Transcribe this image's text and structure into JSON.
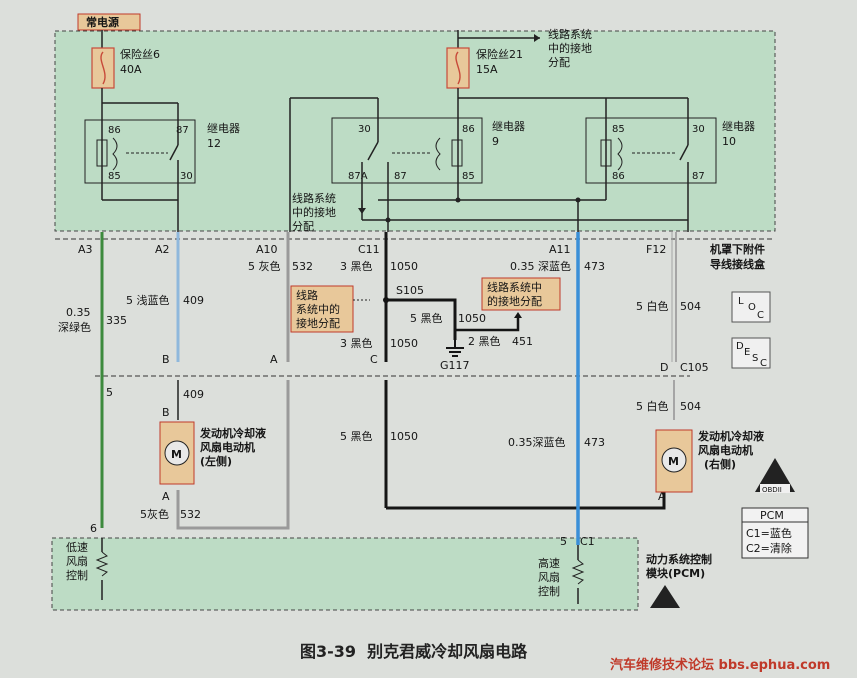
{
  "power_source": "常电源",
  "fuse6": {
    "name": "保险丝6",
    "rating": "40A"
  },
  "fuse21": {
    "name": "保险丝21",
    "rating": "15A"
  },
  "ground_distribution_top": [
    "线路系统",
    "中的接地",
    "分配"
  ],
  "relay12": {
    "name": "继电器",
    "number": "12",
    "pins": [
      "86",
      "87",
      "85",
      "30"
    ]
  },
  "relay9": {
    "name": "继电器",
    "number": "9",
    "pins": [
      "30",
      "86",
      "87A",
      "87",
      "85"
    ]
  },
  "relay10": {
    "name": "继电器",
    "number": "10",
    "pins": [
      "85",
      "30",
      "86",
      "87"
    ]
  },
  "ground_distribution_mid": [
    "线路系统",
    "中的接地",
    "分配"
  ],
  "underhood_box": [
    "机罩下附件",
    "导线接线盒"
  ],
  "connector_pins_top": [
    "A3",
    "A2",
    "A10",
    "C11",
    "A11",
    "F12"
  ],
  "wires": {
    "w335": {
      "color": "0.35",
      "color2": "深绿色",
      "number": "335"
    },
    "w409": {
      "color": "5 浅蓝色",
      "number": "409"
    },
    "w532_top": {
      "color": "5 灰色",
      "number": "532"
    },
    "w1050_top": {
      "color": "3 黑色",
      "number": "1050"
    },
    "w473_top": {
      "color": "0.35 深蓝色",
      "number": "473"
    },
    "w504_top": {
      "color": "5 白色",
      "number": "504"
    },
    "w1050_mid": {
      "color": "3 黑色",
      "number": "1050"
    },
    "w1050_g": {
      "color": "5 黑色",
      "number": "1050"
    },
    "w451": {
      "color": "2 黑色",
      "number": "451"
    },
    "w409_low": {
      "number": "409"
    },
    "w504_low": {
      "color": "5 白色",
      "number": "504"
    },
    "w1050_low": {
      "color": "5 黑色",
      "number": "1050"
    },
    "w473_low": {
      "color": "0.35深蓝色",
      "number": "473"
    },
    "w532_low": {
      "color": "5灰色",
      "number": "532"
    },
    "w5": {
      "number": "5"
    }
  },
  "splice": "S105",
  "ground_box_left": [
    "线路",
    "系统中的",
    "接地分配"
  ],
  "ground_box_right": [
    "线路系统中",
    "的接地分配"
  ],
  "ground_point": "G117",
  "connector_letters": {
    "b1": "B",
    "a1": "A",
    "c1": "C",
    "d1": "D",
    "c105": "C105",
    "b2": "B",
    "a2": "A",
    "a3": "A"
  },
  "icons_box": {
    "loc": [
      "L",
      "O",
      "C"
    ],
    "desc": [
      "D",
      "E",
      "S",
      "C"
    ]
  },
  "motor_left": [
    "发动机冷却液",
    "风扇电动机",
    "(左侧)"
  ],
  "motor_right": [
    "发动机冷却液",
    "风扇电动机",
    "(右侧)"
  ],
  "motor_symbol": "M",
  "pcm_pins": {
    "p6": "6",
    "p5": "5",
    "c1": "C1"
  },
  "low_speed": [
    "低速",
    "风扇",
    "控制"
  ],
  "high_speed": [
    "高速",
    "风扇",
    "控制"
  ],
  "pcm_label": [
    "动力系统控制",
    "模块(PCM)"
  ],
  "pcm_legend": {
    "title": "PCM",
    "c1": "C1=蓝色",
    "c2": "C2=清除"
  },
  "obd_label": "OBDII",
  "figure_caption": "图3-39  别克君威冷却风扇电路",
  "watermark": "汽车维修技术论坛 bbs.ephua.com",
  "colors": {
    "green_wire": "#3d8a3d",
    "blue_wire": "#3a8fd8",
    "light_blue_wire": "#8fb8dc",
    "grey_wire": "#9a9a9a",
    "box_fill": "#bcdcc4",
    "label_box": "#e9c99b",
    "fuse_red": "#c84a3a"
  }
}
